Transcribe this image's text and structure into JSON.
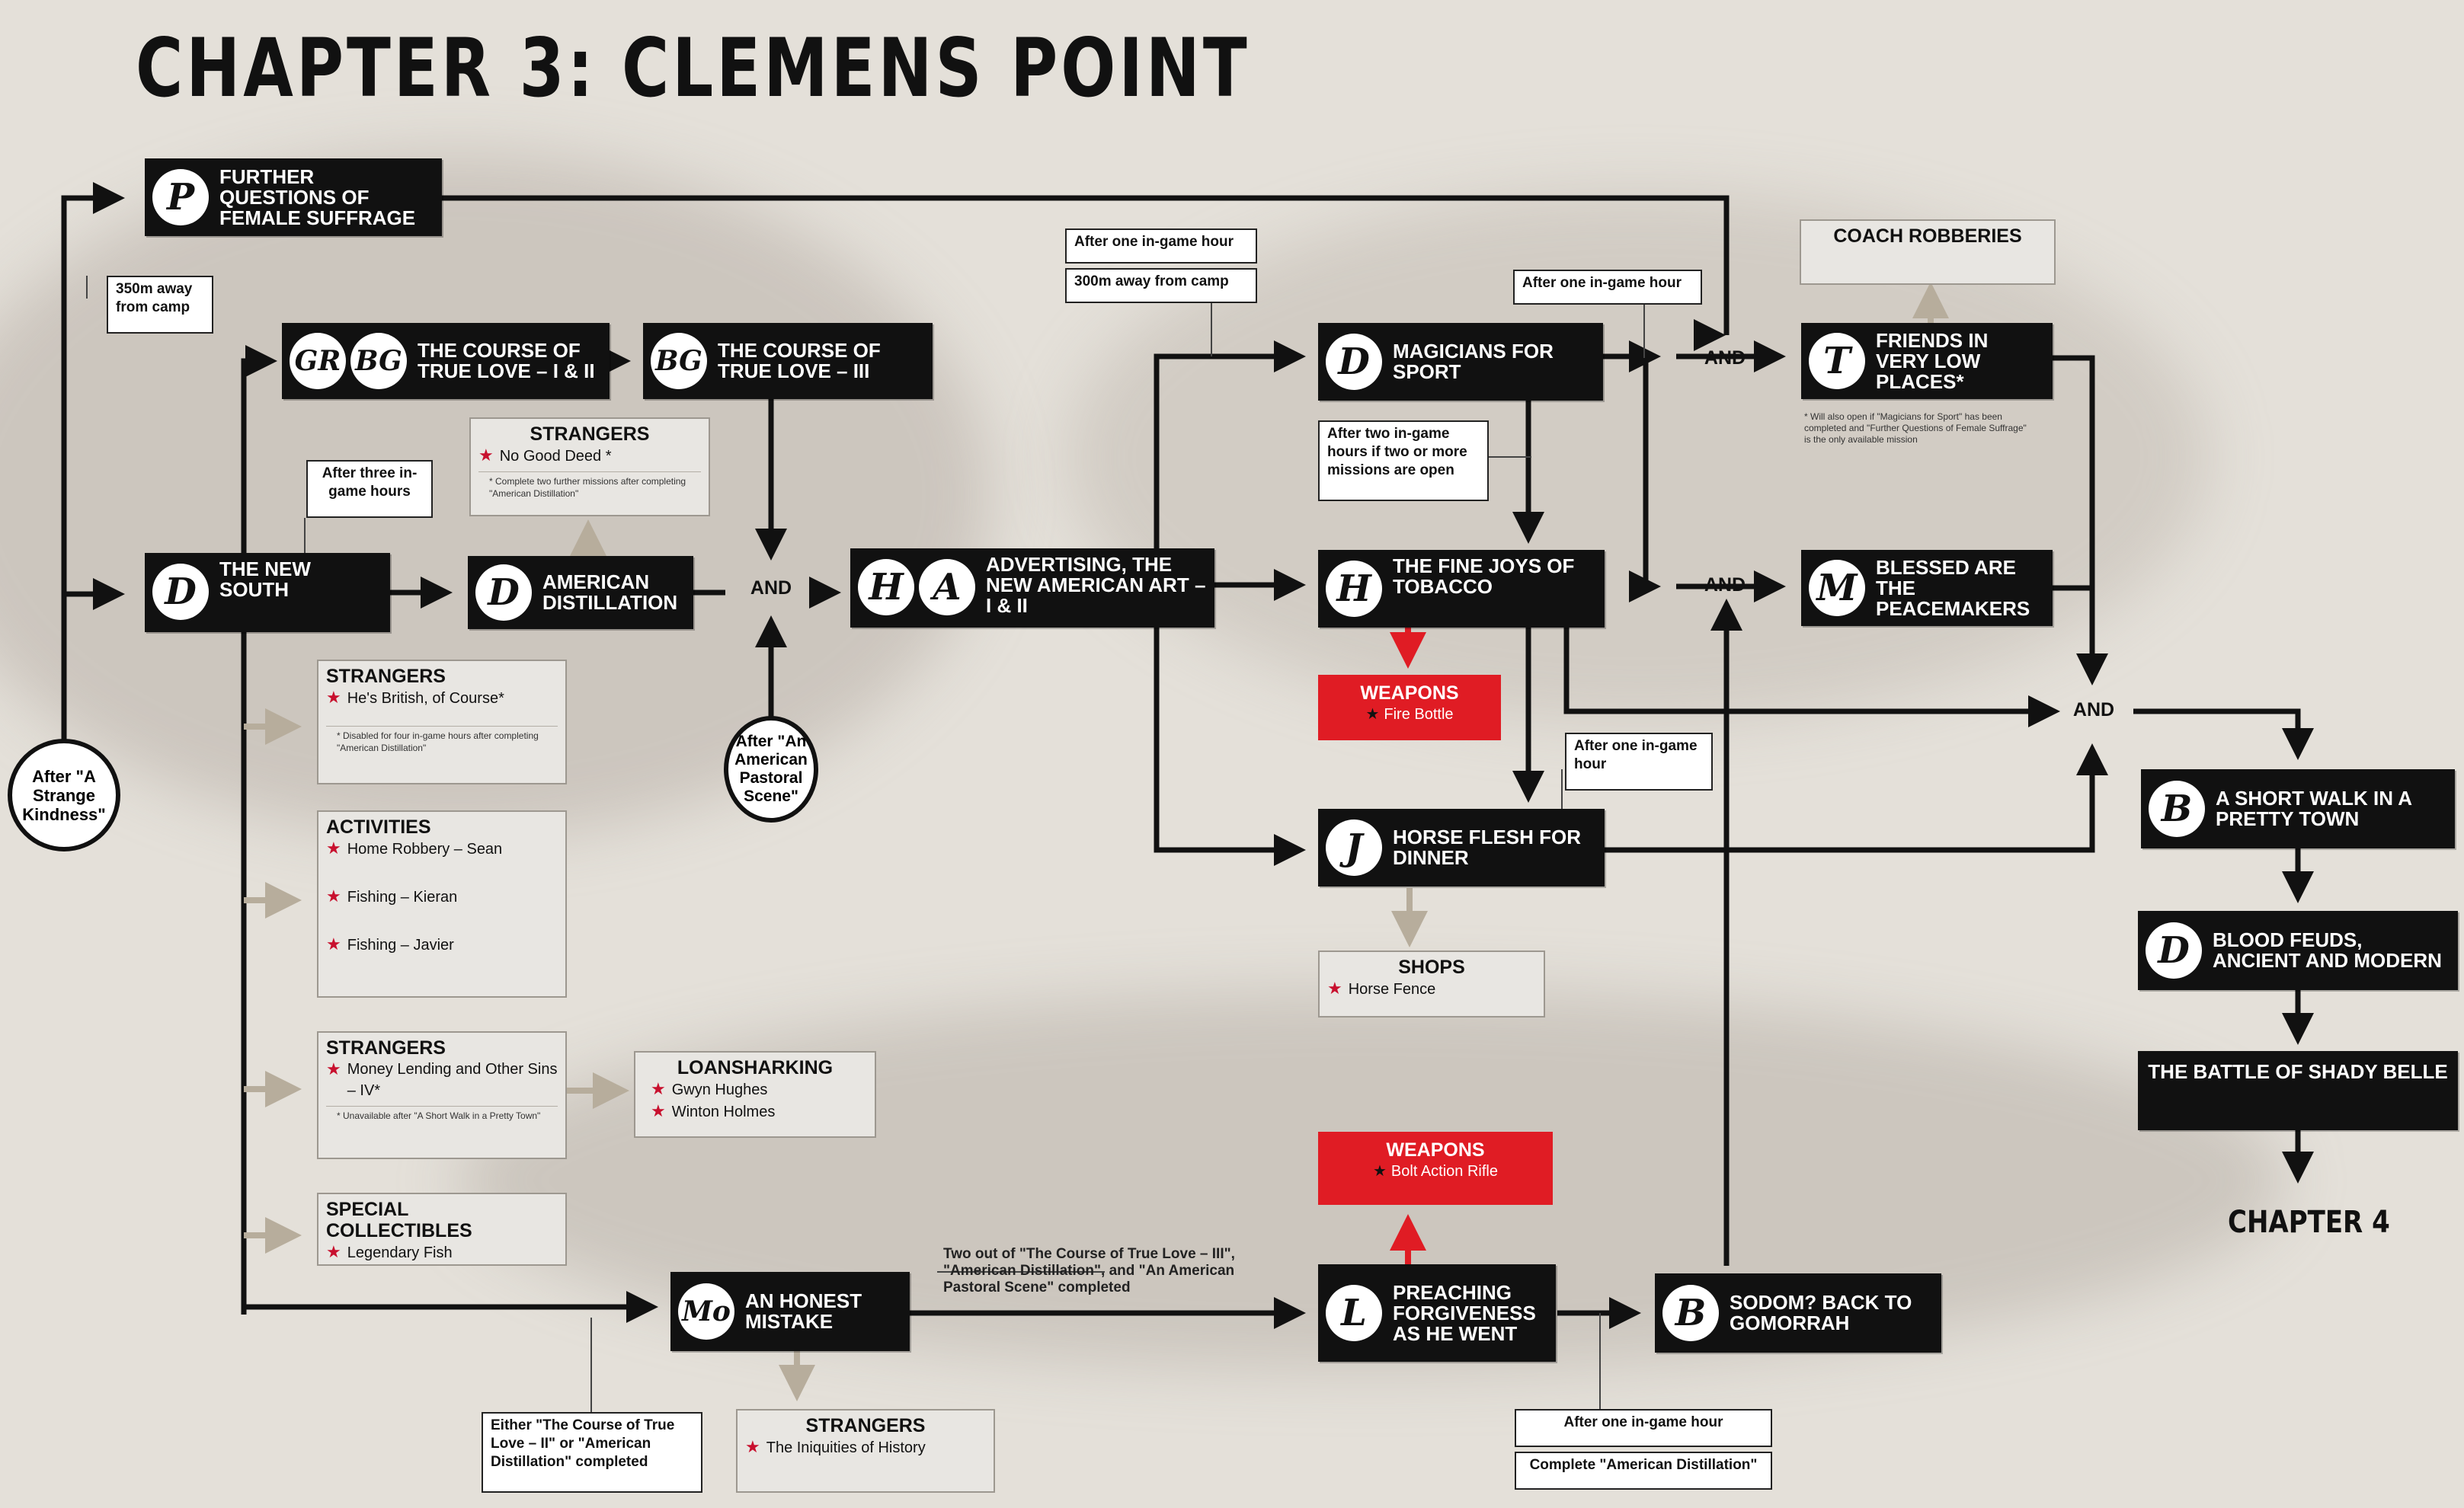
{
  "title": "CHAPTER 3: CLEMENS POINT",
  "missions": {
    "further_questions": {
      "icons": [
        "P"
      ],
      "name": "FURTHER QUESTIONS OF FEMALE SUFFRAGE"
    },
    "course_true_love_1_2": {
      "icons": [
        "GR",
        "BG"
      ],
      "name": "THE COURSE OF TRUE LOVE – I & II"
    },
    "course_true_love_3": {
      "icons": [
        "BG"
      ],
      "name": "THE COURSE OF TRUE LOVE – III"
    },
    "new_south": {
      "icons": [
        "D"
      ],
      "name": "THE NEW SOUTH"
    },
    "american_distillation": {
      "icons": [
        "D"
      ],
      "name": "AMERICAN DISTILLATION"
    },
    "advertising": {
      "icons": [
        "H",
        "A"
      ],
      "name": "ADVERTISING, THE NEW AMERICAN ART – I & II"
    },
    "magicians": {
      "icons": [
        "D"
      ],
      "name": "MAGICIANS FOR SPORT"
    },
    "fine_joys": {
      "icons": [
        "H"
      ],
      "name": "THE FINE JOYS OF TOBACCO"
    },
    "horse_flesh": {
      "icons": [
        "J"
      ],
      "name": "HORSE FLESH FOR DINNER"
    },
    "friends": {
      "icons": [
        "T"
      ],
      "name": "FRIENDS IN VERY LOW PLACES*"
    },
    "blessed": {
      "icons": [
        "M"
      ],
      "name": "BLESSED ARE THE PEACEMAKERS"
    },
    "short_walk": {
      "icons": [
        "B"
      ],
      "name": "A SHORT WALK IN A PRETTY TOWN"
    },
    "blood_feuds": {
      "icons": [
        "D"
      ],
      "name": "BLOOD FEUDS, ANCIENT AND MODERN"
    },
    "battle": {
      "icons": [],
      "name": "THE BATTLE OF SHADY BELLE"
    },
    "honest_mistake": {
      "icons": [
        "Mo"
      ],
      "name": "AN HONEST MISTAKE"
    },
    "preaching": {
      "icons": [
        "L"
      ],
      "name": "PREACHING FORGIVENESS AS HE WENT"
    },
    "sodom": {
      "icons": [
        "B"
      ],
      "name": "SODOM? BACK TO GOMORRAH"
    }
  },
  "boxes": {
    "strangers_no_good": {
      "header": "STRANGERS",
      "items": [
        "No Good Deed *"
      ],
      "note": "* Complete two further missions after completing \"American Distillation\""
    },
    "strangers_british": {
      "header": "STRANGERS",
      "items": [
        "He's British, of Course*"
      ],
      "note": "* Disabled for four in-game hours after completing \"American Distillation\""
    },
    "activities": {
      "header": "ACTIVITIES",
      "items": [
        "Home Robbery – Sean",
        "Fishing – Kieran",
        "Fishing – Javier"
      ]
    },
    "strangers_money": {
      "header": "STRANGERS",
      "items": [
        "Money Lending and Other Sins – IV*"
      ],
      "note": "* Unavailable after \"A Short Walk in a Pretty Town\""
    },
    "loansharking": {
      "header": "LOANSHARKING",
      "items": [
        "Gwyn Hughes",
        "Winton Holmes"
      ]
    },
    "special_collectibles": {
      "header": "SPECIAL COLLECTIBLES",
      "items": [
        "Legendary Fish"
      ]
    },
    "strangers_iniquities": {
      "header": "STRANGERS",
      "items": [
        "The Iniquities of History"
      ]
    },
    "shops": {
      "header": "SHOPS",
      "items": [
        "Horse Fence"
      ]
    },
    "coach_robberies": {
      "header": "COACH ROBBERIES"
    },
    "weapons_fire": {
      "header": "WEAPONS",
      "items": [
        "Fire Bottle"
      ]
    },
    "weapons_bolt": {
      "header": "WEAPONS",
      "items": [
        "Bolt Action Rifle"
      ]
    }
  },
  "conditions": {
    "c350m": "350m away from camp",
    "three_hours": "After three in-game hours",
    "one_hour_top": "After one in-game hour",
    "m300": "300m away from camp",
    "one_hour_right": "After one in-game hour",
    "two_hours": "After two in-game hours if two or more missions are open",
    "one_hour_mid": "After one in-game hour",
    "two_out_of": "Two out of \"The Course of True Love – III\", \"American Distillation\", and \"An American Pastoral Scene\" completed",
    "either": "Either \"The Course of True Love – II\" or \"American Distillation\" completed",
    "one_hour_bottom": "After one in-game hour",
    "complete_american": "Complete \"American Distillation\""
  },
  "circles": {
    "strange_kindness": "After \"A Strange Kindness\"",
    "pastoral": "After \"An American Pastoral Scene\""
  },
  "and_label": "AND",
  "friends_note": "* Will also open if \"Magicians for Sport\" has been completed and \"Further Questions of Female Suffrage\" is the only available mission",
  "chapter_next": "CHAPTER 4"
}
